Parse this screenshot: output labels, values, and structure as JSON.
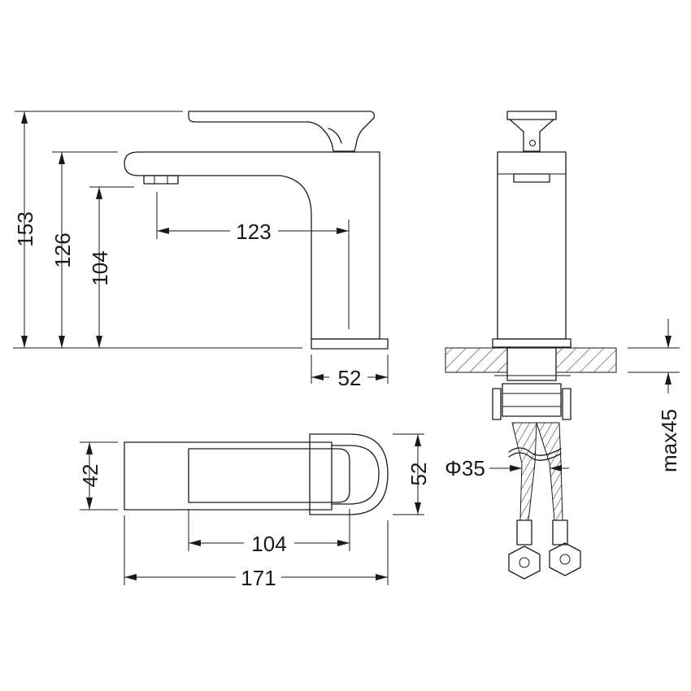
{
  "dimensions": {
    "side_total_height": "153",
    "side_spout_height": "126",
    "side_outlet_height": "104",
    "side_spout_reach": "123",
    "side_base_width": "52",
    "top_width": "42",
    "top_depth": "52",
    "top_handle_offset": "104",
    "top_total_length": "171",
    "hose_diameter": "Φ35",
    "max_thickness": "max45"
  }
}
